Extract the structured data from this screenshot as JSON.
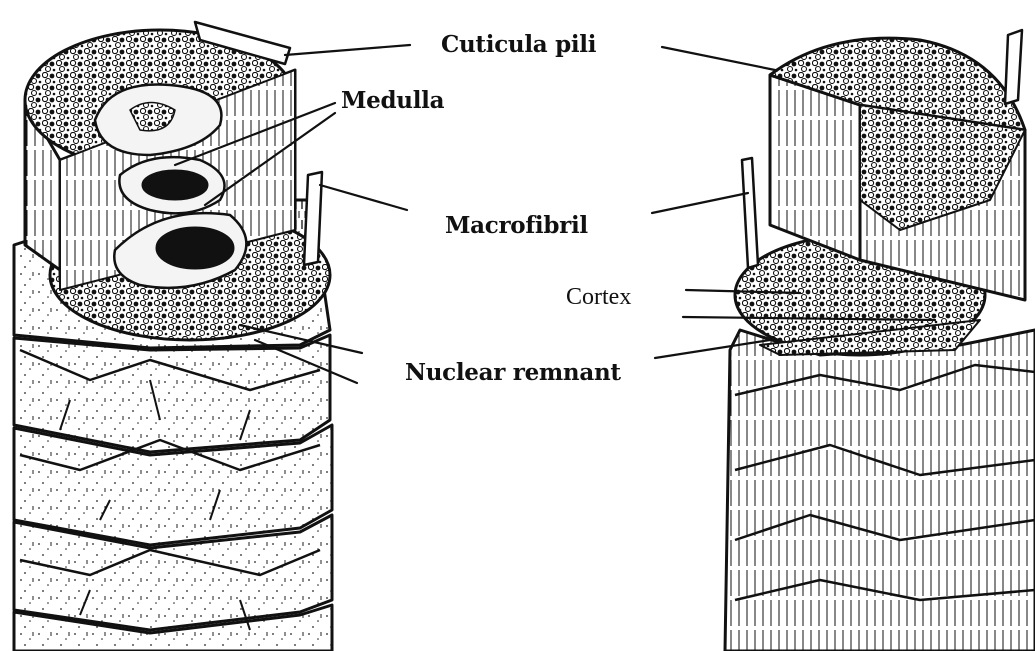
{
  "labels": {
    "cuticula_pili": "Cuticula pili",
    "medulla": "Medulla",
    "macrofibril": "Macrofibril",
    "cortex": "Cortex",
    "nuclear_remnant": "Nuclear remnant"
  },
  "colors": {
    "ink": "#111111",
    "paper": "#ffffff"
  }
}
